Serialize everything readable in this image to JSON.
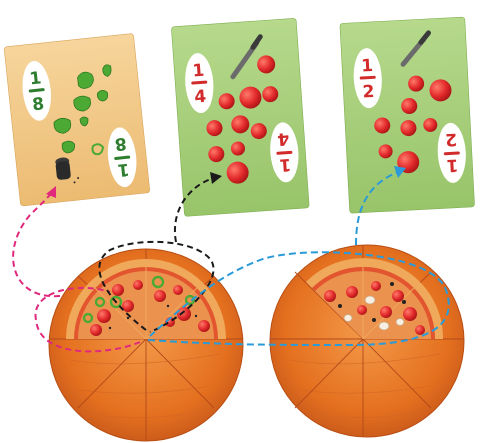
{
  "cards": [
    {
      "id": "peppers-card",
      "background": "#f2c98a",
      "topping": "green pepper",
      "fraction": {
        "numerator": "1",
        "denominator": "8"
      },
      "fraction_color": "#2f7d2f"
    },
    {
      "id": "tomatoes-quarter-card",
      "background": "#a8cf7d",
      "topping": "tomato",
      "fraction": {
        "numerator": "1",
        "denominator": "4"
      },
      "fraction_color": "#d22b2b"
    },
    {
      "id": "tomatoes-half-card",
      "background": "#a8cf7d",
      "topping": "tomato",
      "fraction": {
        "numerator": "1",
        "denominator": "2"
      },
      "fraction_color": "#d22b2b"
    }
  ],
  "pizza_boards": [
    {
      "id": "left-board",
      "slices": 8,
      "filled_slices": 4,
      "toppings": [
        "green pepper",
        "tomato"
      ]
    },
    {
      "id": "right-board",
      "slices": 8,
      "filled_slices": 3,
      "toppings": [
        "tomato",
        "mushroom",
        "olive"
      ]
    }
  ],
  "arrows": [
    {
      "from": "left-board-peppers",
      "to": "peppers-card",
      "color": "#e0287d"
    },
    {
      "from": "left-board-tomatoes",
      "to": "tomatoes-quarter-card",
      "color": "#1a1a1a"
    },
    {
      "from": "both-boards-tomatoes",
      "to": "tomatoes-half-card",
      "color": "#2a9bd8"
    }
  ],
  "colors": {
    "board": "#e86a1e",
    "board_dark": "#c9561a",
    "crust": "#f0a95a",
    "sauce": "#e2552e",
    "tomato": "#e2292b",
    "pepper": "#4caa34"
  }
}
